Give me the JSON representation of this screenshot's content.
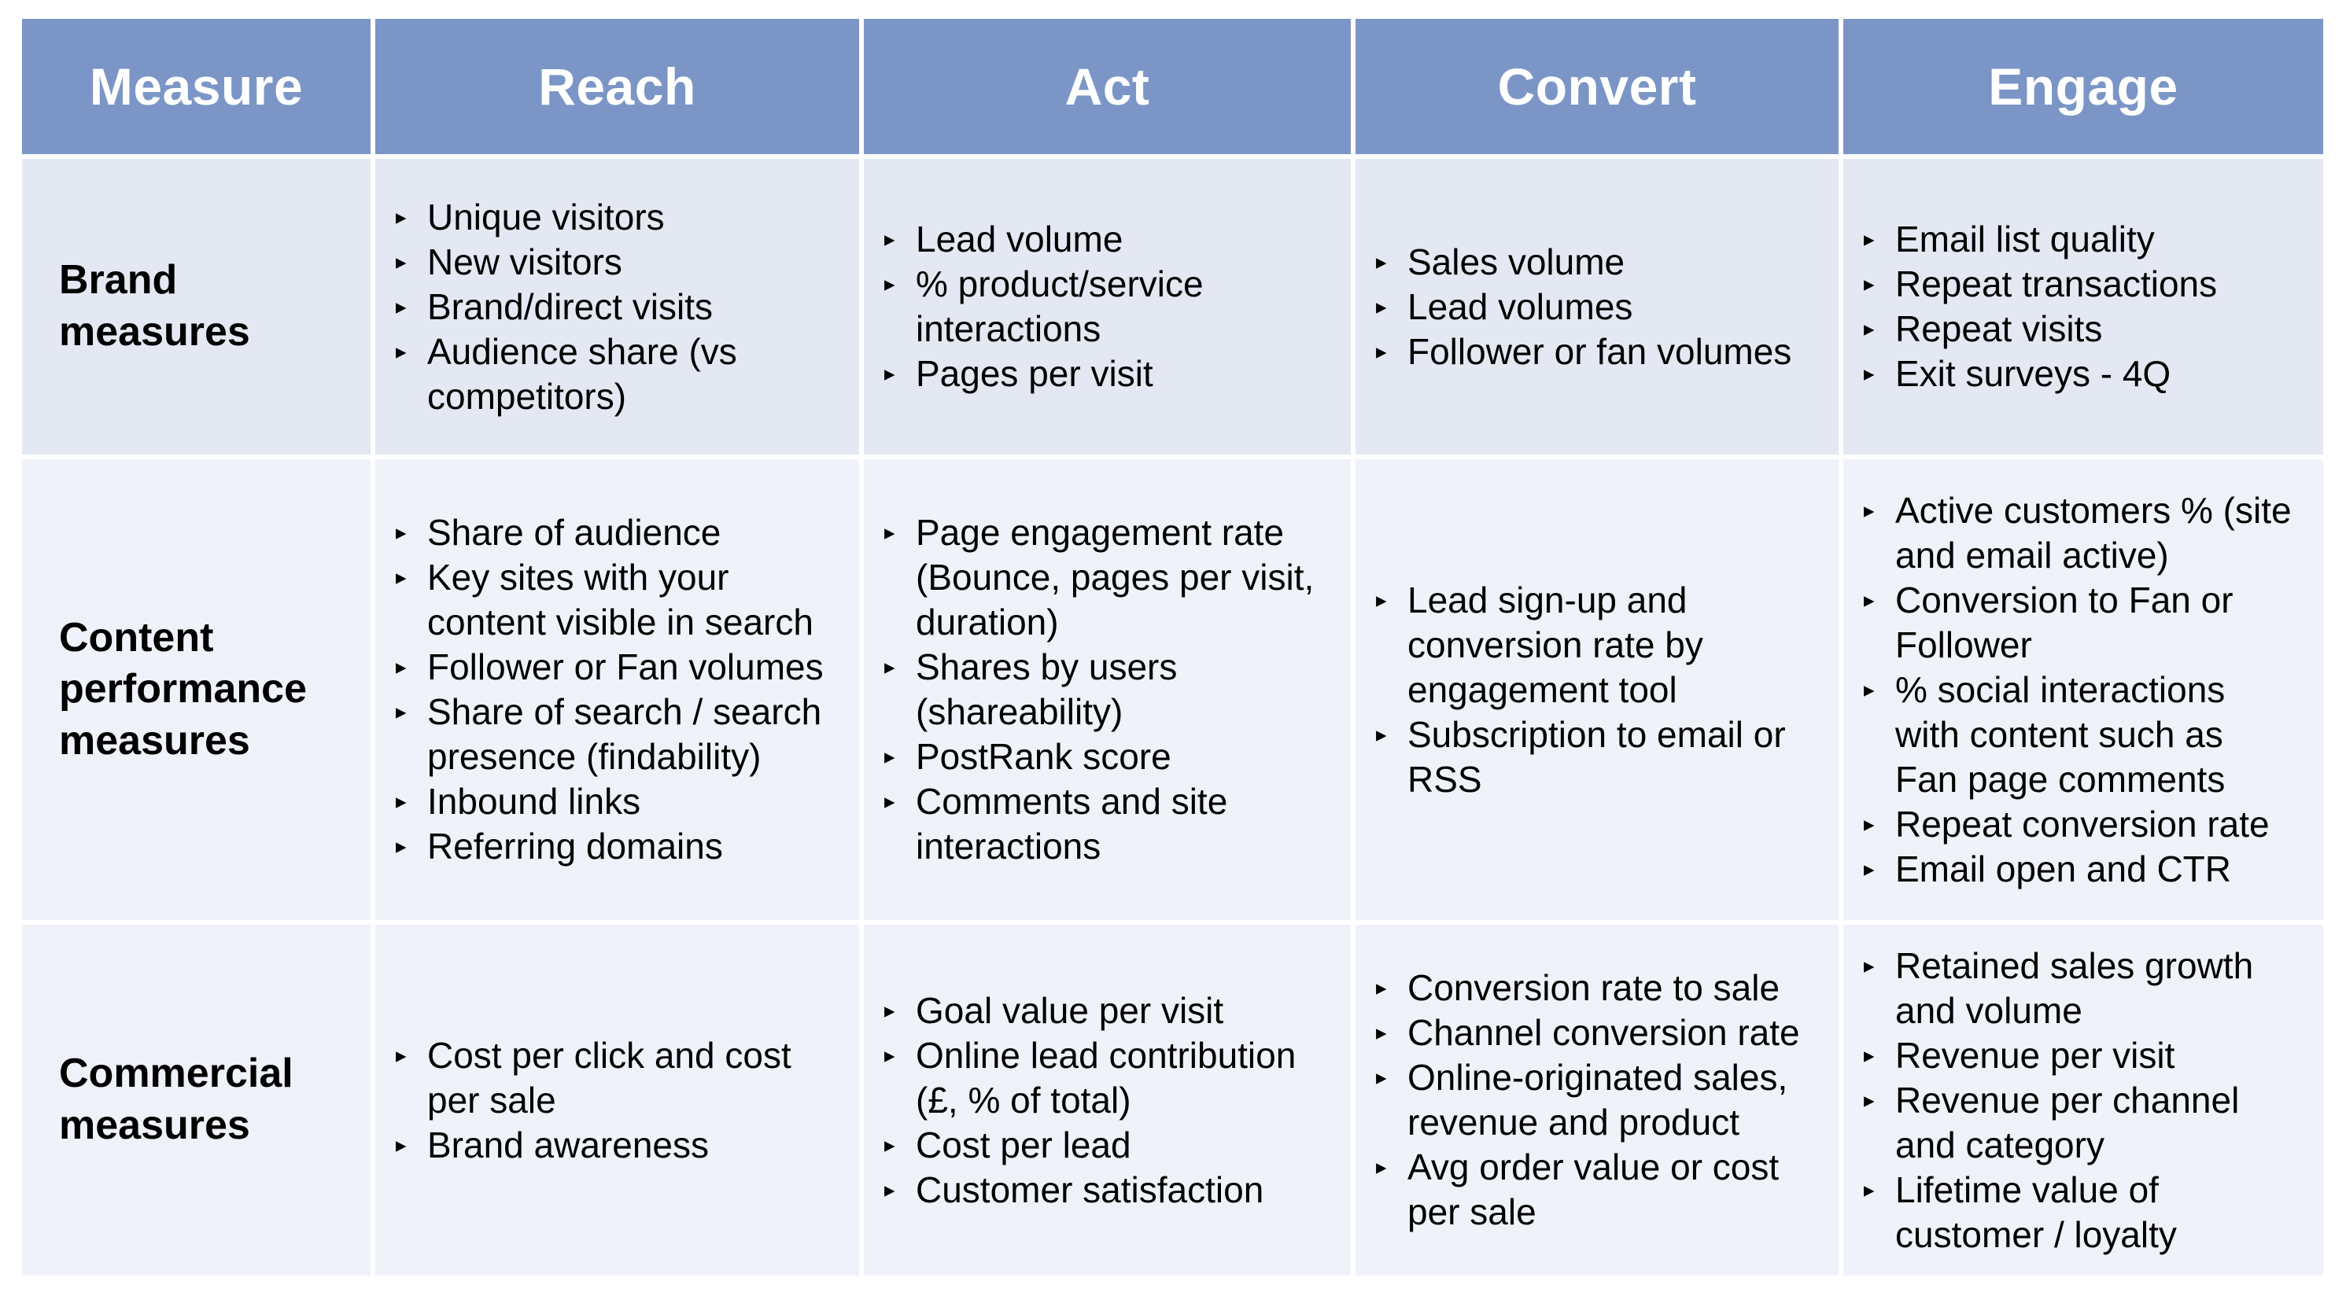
{
  "table": {
    "header": {
      "bg": "#7b96c6",
      "text_color": "#ffffff",
      "columns": [
        "Measure",
        "Reach",
        "Act",
        "Convert",
        "Engage"
      ]
    },
    "bullet_icon": "▸",
    "row_colors": {
      "first_row_bg": "#e3e8f2",
      "other_rows_bg": "#eff2f8"
    },
    "rows": [
      {
        "label": "Brand measures",
        "cells": [
          [
            "Unique visitors",
            "New visitors",
            "Brand/direct visits",
            "Audience share (vs competitors)"
          ],
          [
            "Lead volume",
            "% product/service interactions",
            "Pages per visit"
          ],
          [
            "Sales volume",
            "Lead volumes",
            "Follower or fan volumes"
          ],
          [
            "Email list quality",
            "Repeat transactions",
            "Repeat visits",
            "Exit surveys - 4Q"
          ]
        ]
      },
      {
        "label": "Content performance measures",
        "cells": [
          [
            "Share of audience",
            "Key sites with your content visible in search",
            "Follower or Fan volumes",
            "Share of search / search presence (findability)",
            "Inbound links",
            "Referring domains"
          ],
          [
            "Page engagement rate (Bounce, pages per visit, duration)",
            "Shares by users (shareability)",
            "PostRank score",
            "Comments and site interactions"
          ],
          [
            "Lead sign-up and conversion rate by engagement tool",
            "Subscription to email or RSS"
          ],
          [
            "Active customers % (site and email active)",
            "Conversion to Fan or Follower",
            "% social interactions with content such as Fan page comments",
            "Repeat conversion rate",
            "Email open and CTR"
          ]
        ]
      },
      {
        "label": "Commercial measures",
        "cells": [
          [
            "Cost per click and cost per sale",
            "Brand awareness"
          ],
          [
            "Goal value per visit",
            "Online lead contribution (£, % of total)",
            "Cost per lead",
            "Customer satisfaction"
          ],
          [
            "Conversion rate to sale",
            "Channel conversion rate",
            "Online-originated sales, revenue and product",
            "Avg order value or cost per sale"
          ],
          [
            "Retained sales growth and volume",
            "Revenue per visit",
            "Revenue per channel and category",
            "Lifetime value of customer / loyalty"
          ]
        ]
      }
    ]
  }
}
